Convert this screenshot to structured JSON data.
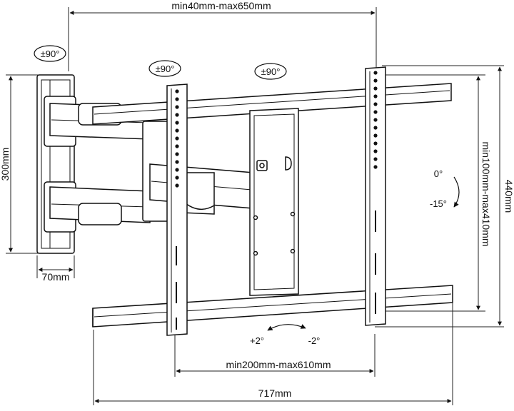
{
  "dimensions": {
    "arm_length": "min40mm-max650mm",
    "wall_plate_height": "300mm",
    "wall_plate_depth": "70mm",
    "bracket_total_height": "440mm",
    "vertical_hole_spacing": "min100mm-max410mm",
    "horizontal_hole_spacing": "min200mm-max610mm",
    "bracket_total_width": "717mm"
  },
  "rotations": {
    "wall_pivot": "±90°",
    "arm_pivot": "±90°",
    "head_pivot": "±90°",
    "tilt_up": "0°",
    "tilt_down": "-15°",
    "level_plus": "+2°",
    "level_minus": "-2°"
  }
}
